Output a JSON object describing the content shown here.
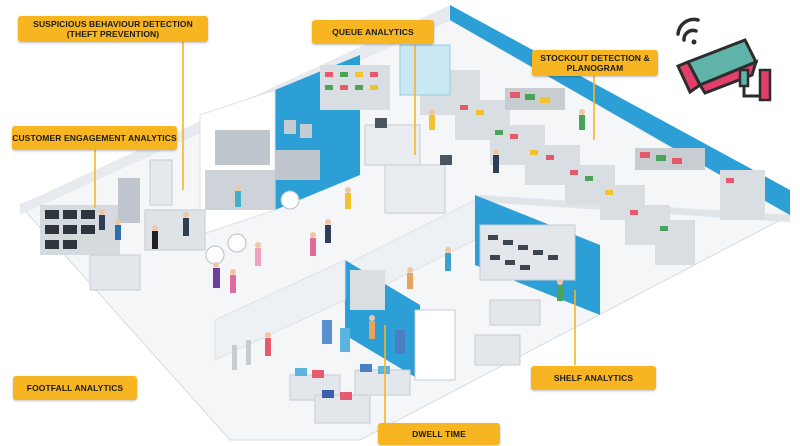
{
  "callouts": {
    "suspicious": {
      "line1": "SUSPICIOUS BEHAVIOUR DETECTION",
      "line2": "(THEFT PREVENTION)"
    },
    "queue": {
      "label": "QUEUE ANALYTICS"
    },
    "stockout": {
      "line1": "STOCKOUT DETECTION &",
      "line2": "PLANOGRAM"
    },
    "engagement": {
      "label": "CUSTOMER ENGAGEMENT ANALYTICS"
    },
    "footfall": {
      "label": "FOOTFALL ANALYTICS"
    },
    "shelf": {
      "label": "SHELF ANALYTICS"
    },
    "dwell": {
      "label": "DWELL TIME"
    }
  },
  "icons": {
    "camera": "cctv-camera-icon",
    "wifi": "wireless-signal-icon"
  },
  "colors": {
    "callout": "#f7b621",
    "wall_blue": "#2b9fd6",
    "floor": "#f4f6f8",
    "wall_white": "#eef1f4",
    "camera_body": "#5fb3a8",
    "camera_accent": "#e2406a"
  }
}
